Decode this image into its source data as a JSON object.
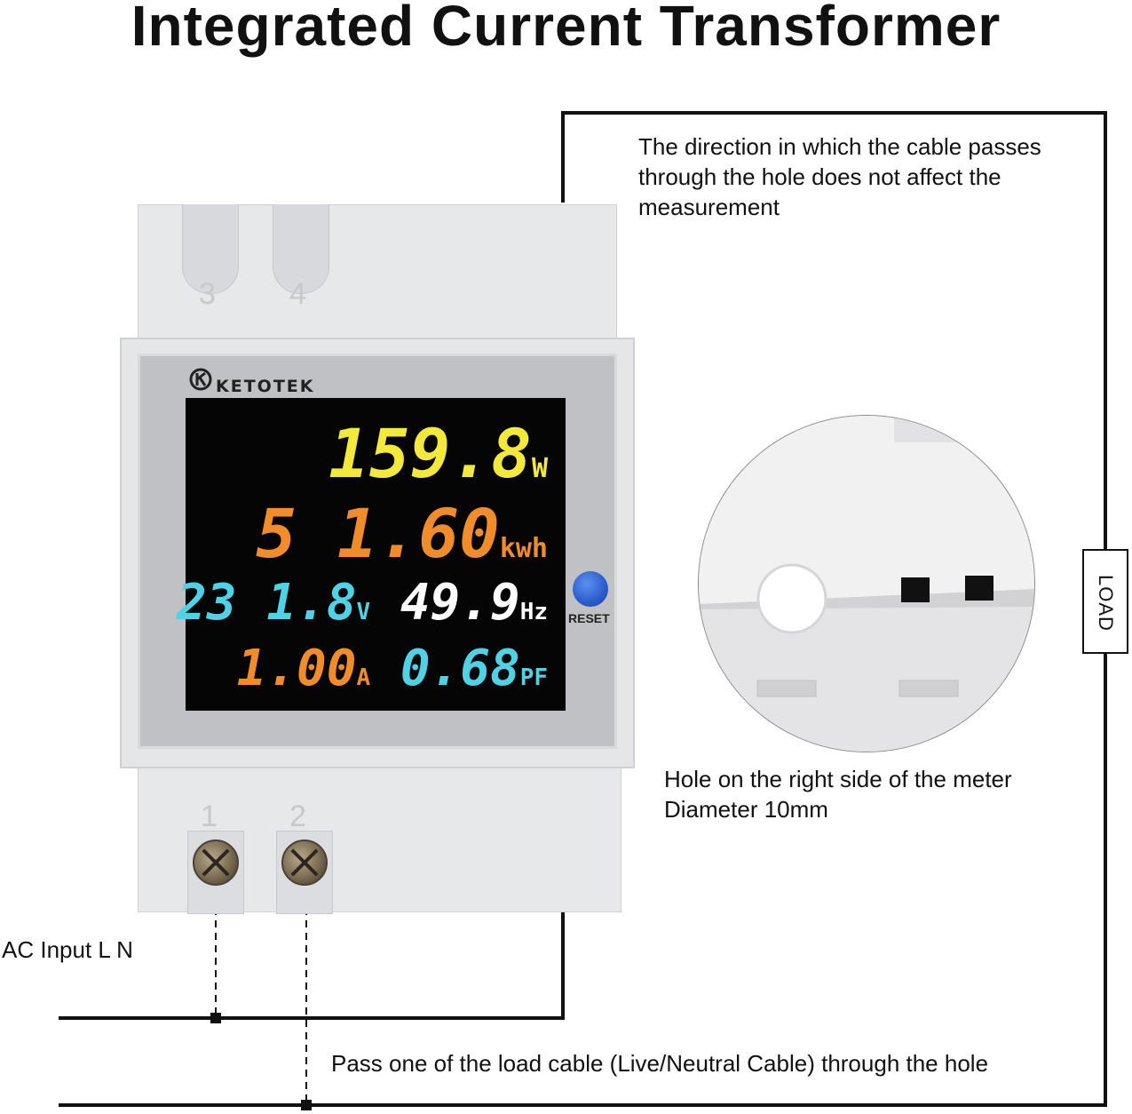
{
  "title": "Integrated Current Transformer",
  "notes": {
    "direction": "The direction in which the cable passes through the hole does not affect the measurement",
    "hole_line1": "Hole on the right side of the meter",
    "hole_line2": "Diameter 10mm",
    "ac_input": "AC Input L N",
    "pass_cable": "Pass one of the load cable (Live/Neutral Cable) through the hole",
    "load": "LOAD"
  },
  "meter": {
    "brand": "KETOTEK",
    "terminals_top": [
      "3",
      "4"
    ],
    "terminals_bottom": [
      "1",
      "2"
    ],
    "reset_label": "RESET",
    "readings": {
      "power": {
        "value": "159.8",
        "unit": "W",
        "color": "#f2e93a"
      },
      "energy": {
        "value": "5 1.60",
        "unit": "kwh",
        "color": "#f08d2a"
      },
      "voltage": {
        "value": "23 1.8",
        "unit": "V",
        "color": "#4fd1e6"
      },
      "frequency": {
        "value": "49.9",
        "unit": "Hz",
        "color": "#ffffff"
      },
      "current": {
        "value": "1.00",
        "unit": "A",
        "color": "#f08d2a"
      },
      "power_factor": {
        "value": "0.68",
        "unit": "PF",
        "color": "#4fd1e6"
      }
    }
  }
}
